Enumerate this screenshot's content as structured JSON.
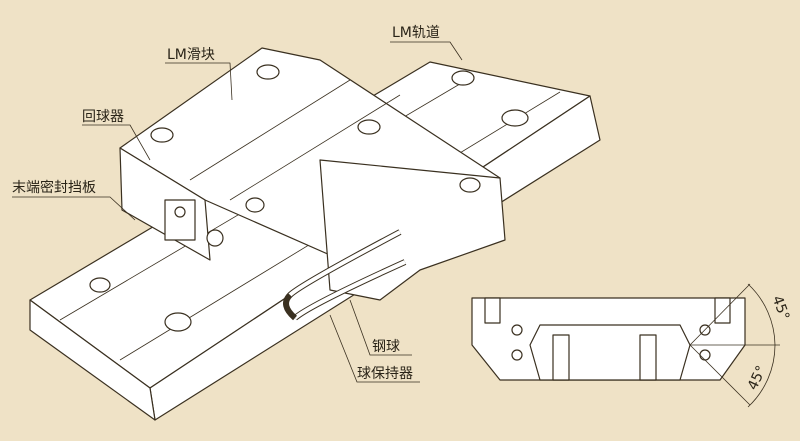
{
  "labels": {
    "block": "LM滑块",
    "rail": "LM轨道",
    "return_plate": "回球器",
    "end_seal": "末端密封挡板",
    "steel_ball": "钢球",
    "ball_retainer": "球保持器"
  },
  "cross_section": {
    "angle_upper": "45°",
    "angle_lower": "45°"
  },
  "colors": {
    "background": "#efe2c6",
    "line": "#3a3020",
    "fill": "#ffffff"
  }
}
